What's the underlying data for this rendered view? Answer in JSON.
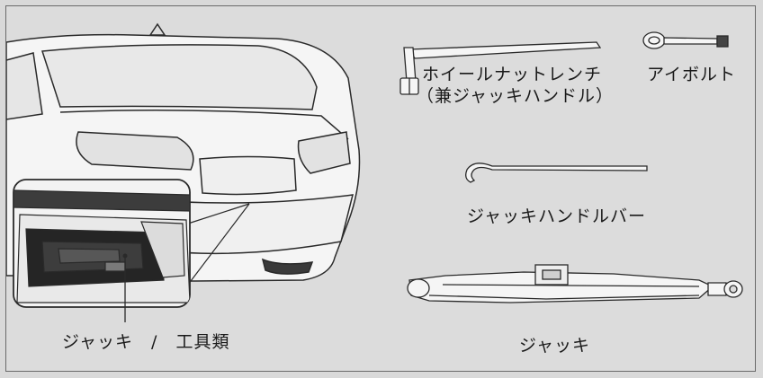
{
  "labels": {
    "wheel_nut_wrench_line1": "ホイールナットレンチ",
    "wheel_nut_wrench_line2": "（兼ジャッキハンドル）",
    "eye_bolt": "アイボルト",
    "jack_handle_bar": "ジャッキハンドルバー",
    "jack_tool_location": "ジャッキ　/　工具類",
    "jack": "ジャッキ"
  },
  "colors": {
    "background": "#dcdcdc",
    "line": "#2a2a2a",
    "car_body": "#f4f4f4"
  }
}
